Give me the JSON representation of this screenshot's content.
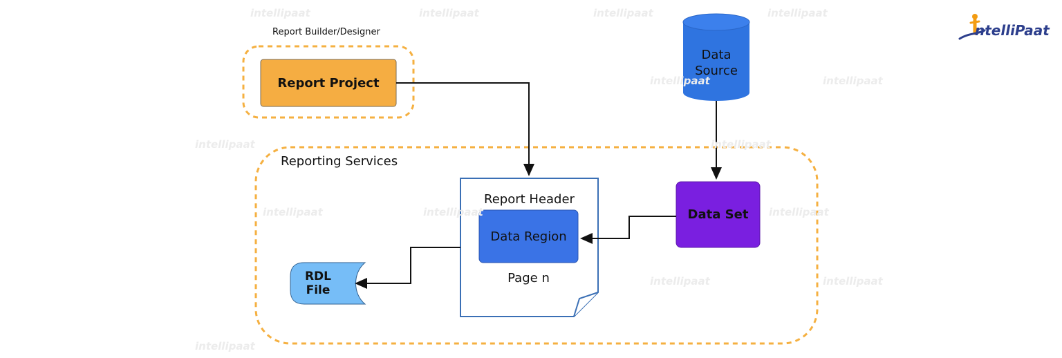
{
  "brand": {
    "name": "ntelliPaat",
    "watermark": "intellipaat",
    "accent": "#F39C12",
    "primary": "#2C3E8C"
  },
  "groups": {
    "builder": {
      "label": "Report Builder/Designer",
      "border_color": "#F5B041"
    },
    "services": {
      "label": "Reporting Services",
      "border_color": "#F5B041"
    }
  },
  "nodes": {
    "report_project": {
      "label": "Report Project",
      "fill": "#F5AD42"
    },
    "data_source": {
      "label_line1": "Data",
      "label_line2": "Source",
      "fill": "#2F74E0",
      "shape": "cylinder"
    },
    "page": {
      "header_label": "Report Header",
      "footer_label": "Page n",
      "border": "#3A6FB5",
      "shape": "document"
    },
    "data_region": {
      "label": "Data Region",
      "fill": "#3A73E6"
    },
    "data_set": {
      "label": "Data Set",
      "fill": "#7A1FE0"
    },
    "rdl_file": {
      "label": "RDL File",
      "fill": "#76BDF7"
    }
  },
  "edges": [
    {
      "from": "Report Project",
      "to": "Report Header"
    },
    {
      "from": "Data Source",
      "to": "Data Set"
    },
    {
      "from": "Data Set",
      "to": "Data Region"
    },
    {
      "from": "Report Header",
      "to": "RDL File"
    }
  ]
}
